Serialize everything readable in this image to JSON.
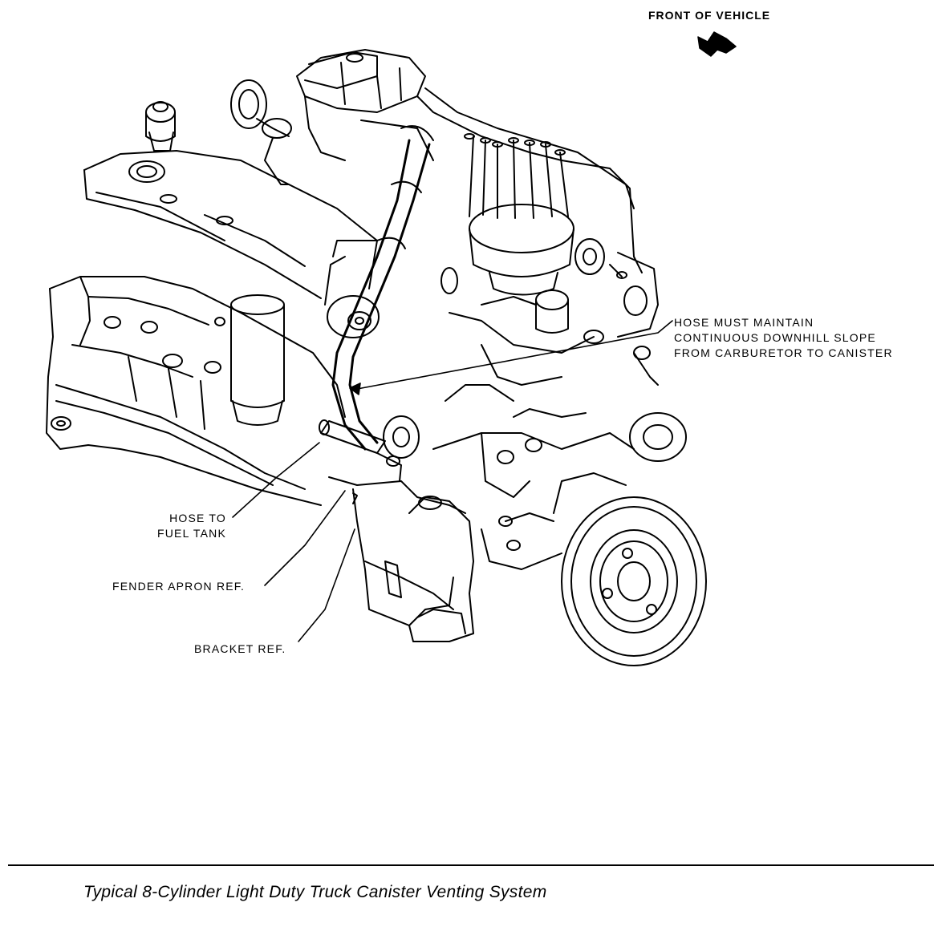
{
  "labels": {
    "front_of_vehicle": "FRONT OF VEHICLE",
    "hose_slope": [
      "HOSE MUST MAINTAIN",
      "CONTINUOUS DOWNHILL SLOPE",
      "FROM CARBURETOR TO CANISTER"
    ],
    "hose_to_fuel_tank": [
      "HOSE TO",
      "FUEL TANK"
    ],
    "fender_apron_ref": "FENDER APRON REF.",
    "bracket_ref": "BRACKET REF."
  },
  "caption": "Typical 8-Cylinder Light Duty Truck Canister Venting System",
  "colors": {
    "ink": "#000000",
    "paper": "#ffffff"
  }
}
